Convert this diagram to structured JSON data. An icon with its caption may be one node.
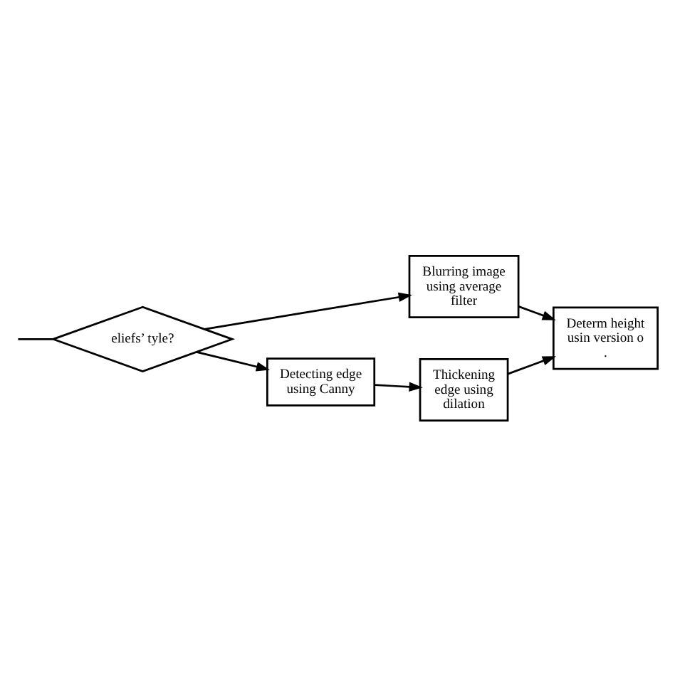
{
  "diagram": {
    "nodes": [
      {
        "text": [
          "eliefs’ tyle?"
        ]
      },
      {
        "text": [
          "Blurring image using average filter"
        ]
      },
      {
        "text": [
          "Detecting edge using Canny"
        ]
      },
      {
        "text": [
          "Thickening edge using dilation"
        ]
      },
      {
        "text": [
          "Determ height usin version o ."
        ]
      }
    ],
    "edges": [
      {
        "from": null,
        "to": 0,
        "arrow": "none"
      },
      {
        "from": 0,
        "to": 1,
        "arrow": "to"
      },
      {
        "from": 0,
        "to": 2,
        "arrow": "to"
      },
      {
        "from": 2,
        "to": 3,
        "arrow": "to"
      },
      {
        "from": 1,
        "to": 4,
        "arrow": "to"
      },
      {
        "from": 3,
        "to": 4,
        "arrow": "to"
      }
    ]
  }
}
